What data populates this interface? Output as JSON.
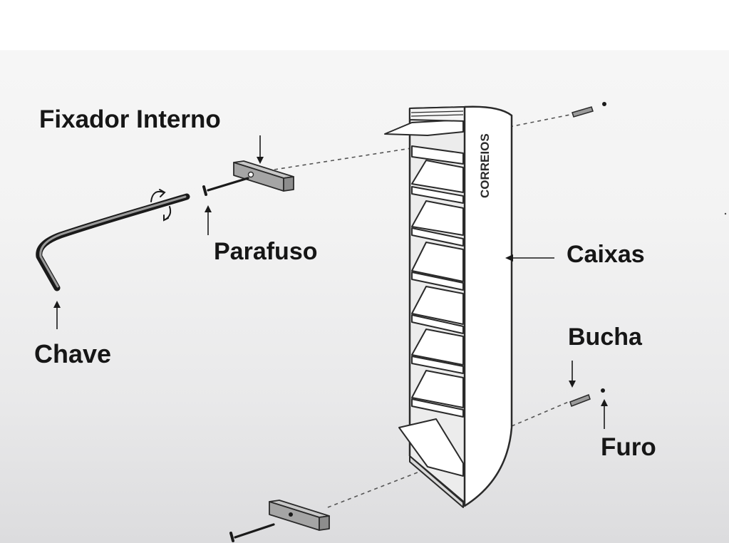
{
  "labels": {
    "fixador_interno": "Fixador Interno",
    "parafuso": "Parafuso",
    "chave": "Chave",
    "caixas": "Caixas",
    "bucha": "Bucha",
    "furo": "Furo",
    "correios": "CORREIOS"
  },
  "colors": {
    "ink": "#161616",
    "line": "#3a3a3a",
    "cabinet_fill": "#ffffff",
    "metal": "#a9a9a9"
  }
}
